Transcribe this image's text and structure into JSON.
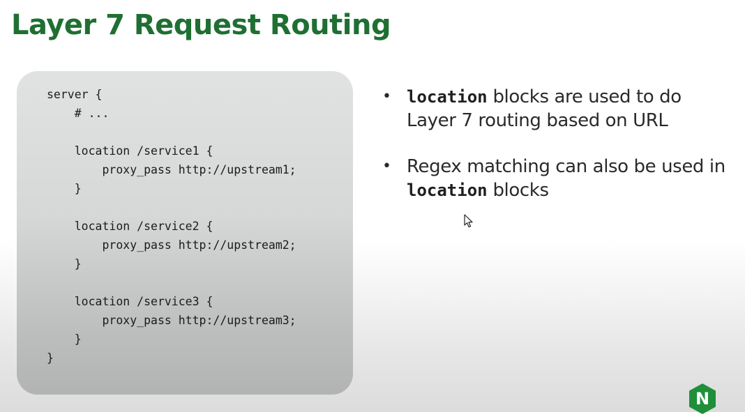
{
  "slide": {
    "title": "Layer 7 Request Routing",
    "code_lines": [
      "server {",
      "    # ...",
      "",
      "    location /service1 {",
      "        proxy_pass http://upstream1;",
      "    }",
      "",
      "    location /service2 {",
      "        proxy_pass http://upstream2;",
      "    }",
      "",
      "    location /service3 {",
      "        proxy_pass http://upstream3;",
      "    }",
      "}"
    ],
    "bullets": [
      {
        "code": "location",
        "text_after_code": " blocks are used to do",
        "text_line2": "Layer 7 routing based on URL"
      },
      {
        "text": "Regex matching can also be used in",
        "code": "location",
        "text_after_code": " blocks"
      }
    ],
    "bullet_symbol": "•"
  },
  "logo": {
    "icon": "nginx-logo-icon",
    "letter": "N",
    "color": "#1f8f3a"
  },
  "cursor": {
    "icon": "mouse-pointer-icon"
  },
  "colors": {
    "title": "#1f6f33",
    "code_panel": "#d6d7d7",
    "text": "#2a2a2a"
  }
}
